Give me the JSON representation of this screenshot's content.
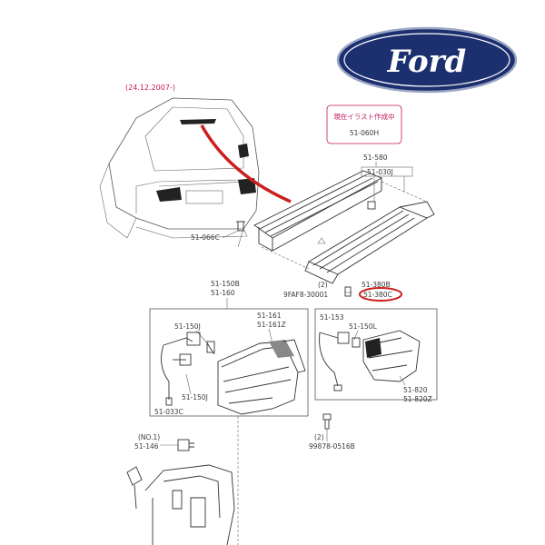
{
  "brand": {
    "logo_text": "Ford",
    "oval_color": "#1c2f6e"
  },
  "header": {
    "date": "(24.12.2007-)"
  },
  "notice": {
    "text": "現在イラスト作成中",
    "code": "51-060H"
  },
  "labels": {
    "l_51_580": "51-580",
    "l_51_030j": "51-030J",
    "l_51_066c": "51-066C",
    "l_51_380b": "51-380B",
    "l_51_380c": "51-380C",
    "l_qty2_a": "(2)",
    "l_9faf8": "9FAF8-30001",
    "l_51_150b": "51-150B",
    "l_51_160": "51-160",
    "l_51_150j_top": "51-150J",
    "l_51_161": "51-161",
    "l_51_161z": "51-161Z",
    "l_51_150j_bottom": "51-150J",
    "l_51_033c": "51-033C",
    "l_51_153": "51-153",
    "l_51_150l": "51-150L",
    "l_51_820": "51-820",
    "l_51_820z": "51-820Z",
    "l_qty2_b": "(2)",
    "l_99878": "99878-0516B",
    "l_no1": "(NO.1)",
    "l_51_146": "51-146"
  },
  "colors": {
    "highlight_red": "#cc1f1f",
    "line": "#555555",
    "tail_dark": "#222222"
  }
}
